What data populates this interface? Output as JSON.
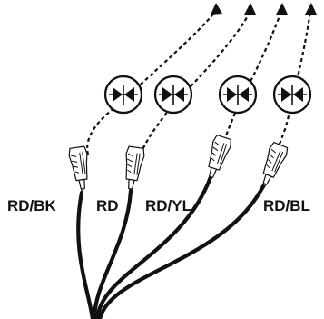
{
  "diagram": {
    "labels": {
      "wire_1": "RD/BK",
      "wire_2": "RD",
      "wire_3": "RD/YL",
      "wire_4": "RD/BL"
    },
    "icons": {
      "symbol": "bidirectional-arrow-in-circle",
      "connector": "spade-connector",
      "arrow": "dotted-arrow"
    },
    "colors": {
      "line": "#111111",
      "background": "#ffffff"
    }
  }
}
